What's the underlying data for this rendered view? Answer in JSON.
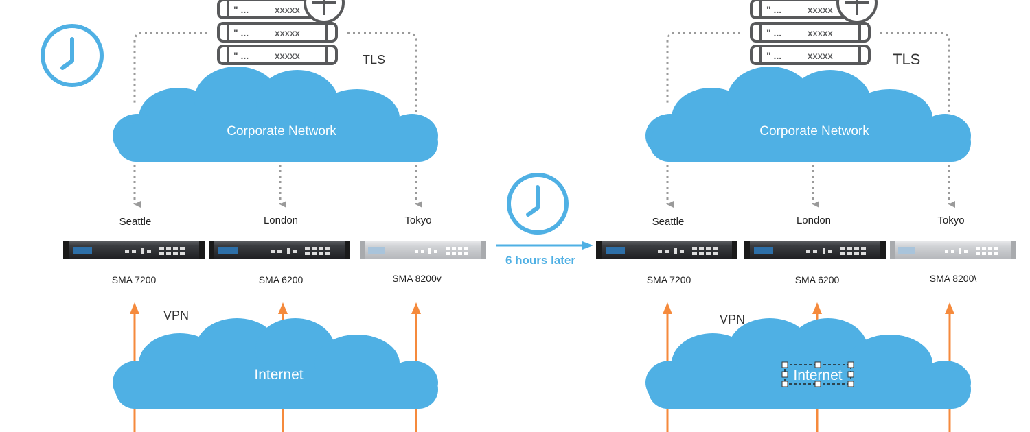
{
  "colors": {
    "cloud": "#4fb0e4",
    "clock": "#4fb0e4",
    "transition_arrow": "#4fb0e4",
    "vpn_arrow": "#f58a3c",
    "dotted_line": "#9a9a9a",
    "server_stroke": "#58595b",
    "label_text": "#222222"
  },
  "transition": {
    "label": "6 hours later",
    "icon": "clock-icon"
  },
  "panels": [
    {
      "id": "before",
      "clock_icon": "clock-icon",
      "server_icon": "server-stack-icon",
      "tls_label": "TLS",
      "corporate_cloud_label": "Corporate Network",
      "vpn_label": "VPN",
      "internet_cloud_label": "Internet",
      "internet_label_selected": false,
      "sites": [
        {
          "city": "Seattle",
          "model": "SMA 7200",
          "style": "dark"
        },
        {
          "city": "London",
          "model": "SMA 6200",
          "style": "dark"
        },
        {
          "city": "Tokyo",
          "model": "SMA 8200v",
          "style": "light"
        }
      ]
    },
    {
      "id": "after",
      "server_icon": "server-stack-icon",
      "tls_label": "TLS",
      "corporate_cloud_label": "Corporate Network",
      "vpn_label": "VPN",
      "internet_cloud_label": "Internet",
      "internet_label_selected": true,
      "sites": [
        {
          "city": "Seattle",
          "model": "SMA 7200",
          "style": "dark"
        },
        {
          "city": "London",
          "model": "SMA 6200",
          "style": "dark"
        },
        {
          "city": "Tokyo",
          "model": "SMA 8200\\",
          "style": "light"
        }
      ]
    }
  ]
}
